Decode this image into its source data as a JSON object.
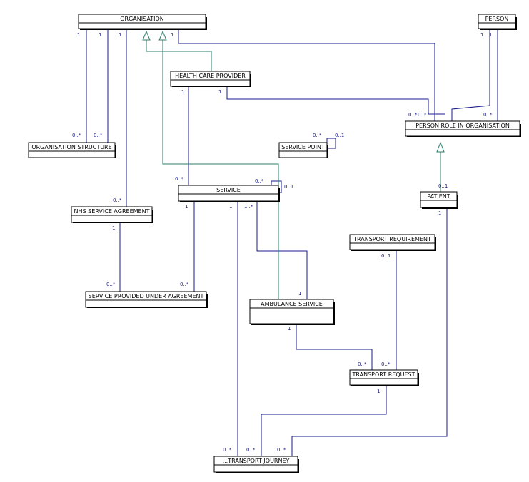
{
  "entities": {
    "organisation": "ORGANISATION",
    "person": "PERSON",
    "health_care_provider": "HEALTH CARE PROVIDER",
    "person_role": "PERSON ROLE IN ORGANISATION",
    "organisation_structure": "ORGANISATION STRUCTURE",
    "service_point": "SERVICE POINT",
    "service": "SERVICE",
    "patient": "PATIENT",
    "nhs_service_agreement": "NHS SERVICE AGREEMENT",
    "transport_requirement": "TRANSPORT REQUIREMENT",
    "service_provided": "SERVICE PROVIDED UNDER AGREEMENT",
    "ambulance_service": "AMBULANCE SERVICE",
    "transport_request": "TRANSPORT REQUEST",
    "transport_journey": "...TRANSPORT JOURNEY"
  },
  "multiplicities": {
    "org_1a": "1",
    "org_1b": "1",
    "org_1c": "1",
    "org_1d": "1",
    "person_1a": "1",
    "person_1b": "1",
    "hcp_1a": "1",
    "hcp_1b": "1",
    "role_0n_a": "0..*",
    "role_0n_b": "0..*",
    "role_0n_c": "0..*",
    "os_0n_a": "0..*",
    "os_0n_b": "0..*",
    "sp_0n": "0..*",
    "sp_01": "0..1",
    "svc_0n_a": "0..*",
    "svc_0n_b": "0..*",
    "svc_01": "0..1",
    "svc_1a": "1",
    "svc_1b": "1",
    "svc_1n": "1..*",
    "patient_01": "0..1",
    "patient_1": "1",
    "nhs_0n": "0..*",
    "nhs_1": "1",
    "tr_01": "0..1",
    "spa_0n_a": "0..*",
    "spa_0n_b": "0..*",
    "amb_1a": "1",
    "amb_1b": "1",
    "treq_0n_a": "0..*",
    "treq_0n_b": "0..*",
    "treq_1": "1",
    "tj_0n_a": "0..*",
    "tj_0n_b": "0..*",
    "tj_0n_c": "0..*"
  }
}
